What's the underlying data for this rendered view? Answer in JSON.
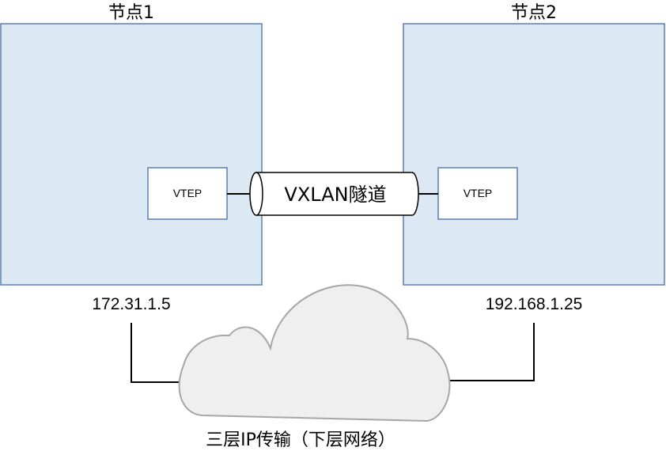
{
  "node1": {
    "title": "节点1",
    "vtep": "VTEP",
    "ip": "172.31.1.5"
  },
  "node2": {
    "title": "节点2",
    "vtep": "VTEP",
    "ip": "192.168.1.25"
  },
  "tunnel": {
    "label": "VXLAN隧道"
  },
  "network": {
    "label": "三层IP传输（下层网络）"
  },
  "colors": {
    "node_fill": "#dde8f5",
    "node_stroke": "#5b7fae",
    "cloud_fill": "#efefef",
    "cloud_stroke": "#a6a6a6"
  }
}
